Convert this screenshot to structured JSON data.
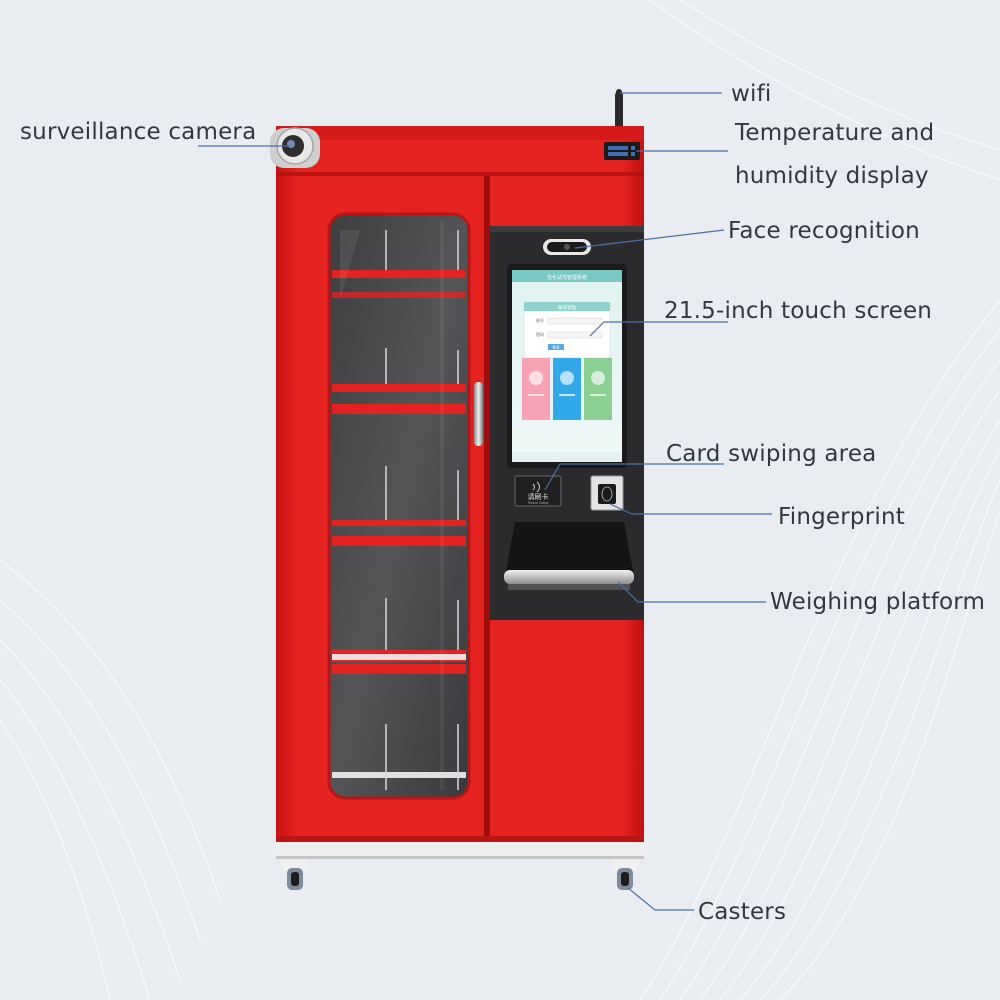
{
  "labels": {
    "wifi": "wifi",
    "camera": "surveillance camera",
    "temp_line1": "Temperature and",
    "temp_line2": "humidity display",
    "face": "Face recognition",
    "touch_screen": "21.5-inch touch screen",
    "card": "Card swiping area",
    "fingerprint": "Fingerprint",
    "weighing": "Weighing platform",
    "casters": "Casters"
  },
  "screen": {
    "title": "性化试剂管理系统",
    "login_title": "账号登陆",
    "field_account": "账号",
    "field_password": "密码",
    "login_button": "登录"
  },
  "card_reader": {
    "text": "请刷卡",
    "subtext": "Please Swipe"
  },
  "colors": {
    "cabinet_red": "#e01c1a",
    "leader_line": "#4a6fa8",
    "background": "#e9edf2"
  }
}
